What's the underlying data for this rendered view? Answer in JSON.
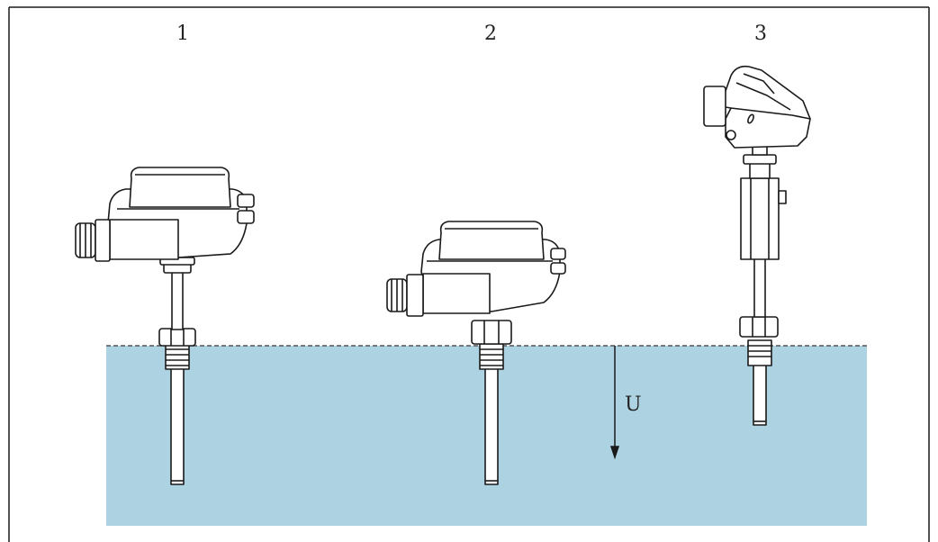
{
  "figure": {
    "labels": {
      "item_1": "1",
      "item_2": "2",
      "item_3": "3",
      "depth": "U"
    }
  },
  "colors": {
    "liquid": "#add3e3",
    "line": "#1a1a1a",
    "device_fill": "#ffffff",
    "frame": "#1a1a1a"
  }
}
